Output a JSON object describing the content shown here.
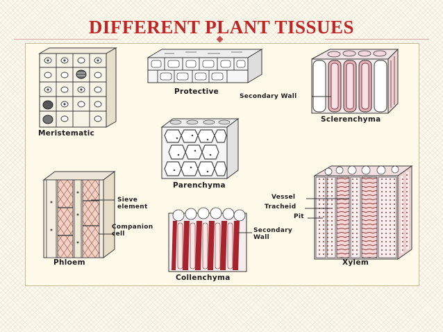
{
  "slide": {
    "title": "DIFFERENT PLANT TISSUES"
  },
  "diagram": {
    "labels": {
      "meristematic": "Meristematic",
      "protective": "Protective",
      "secondary_wall_top": "Secondary Wall",
      "sclerenchyma": "Sclerenchyma",
      "parenchyma": "Parenchyma",
      "sieve_element": "Sieve\nelement",
      "companion_cell": "Companion\ncell",
      "phloem": "Phloem",
      "collenchyma": "Collenchyma",
      "secondary_wall_bottom": "Secondary\nWall",
      "vessel": "Vessel",
      "tracheid": "Tracheid",
      "pit": "Pit",
      "xylem": "Xylem"
    },
    "colors": {
      "title": "#c02525",
      "cell_wall_pink": "#e7b0b6",
      "collenchyma_red": "#a8242c",
      "phloem_pink": "#efc7bc",
      "panel_bg": "#fff9e9"
    }
  }
}
